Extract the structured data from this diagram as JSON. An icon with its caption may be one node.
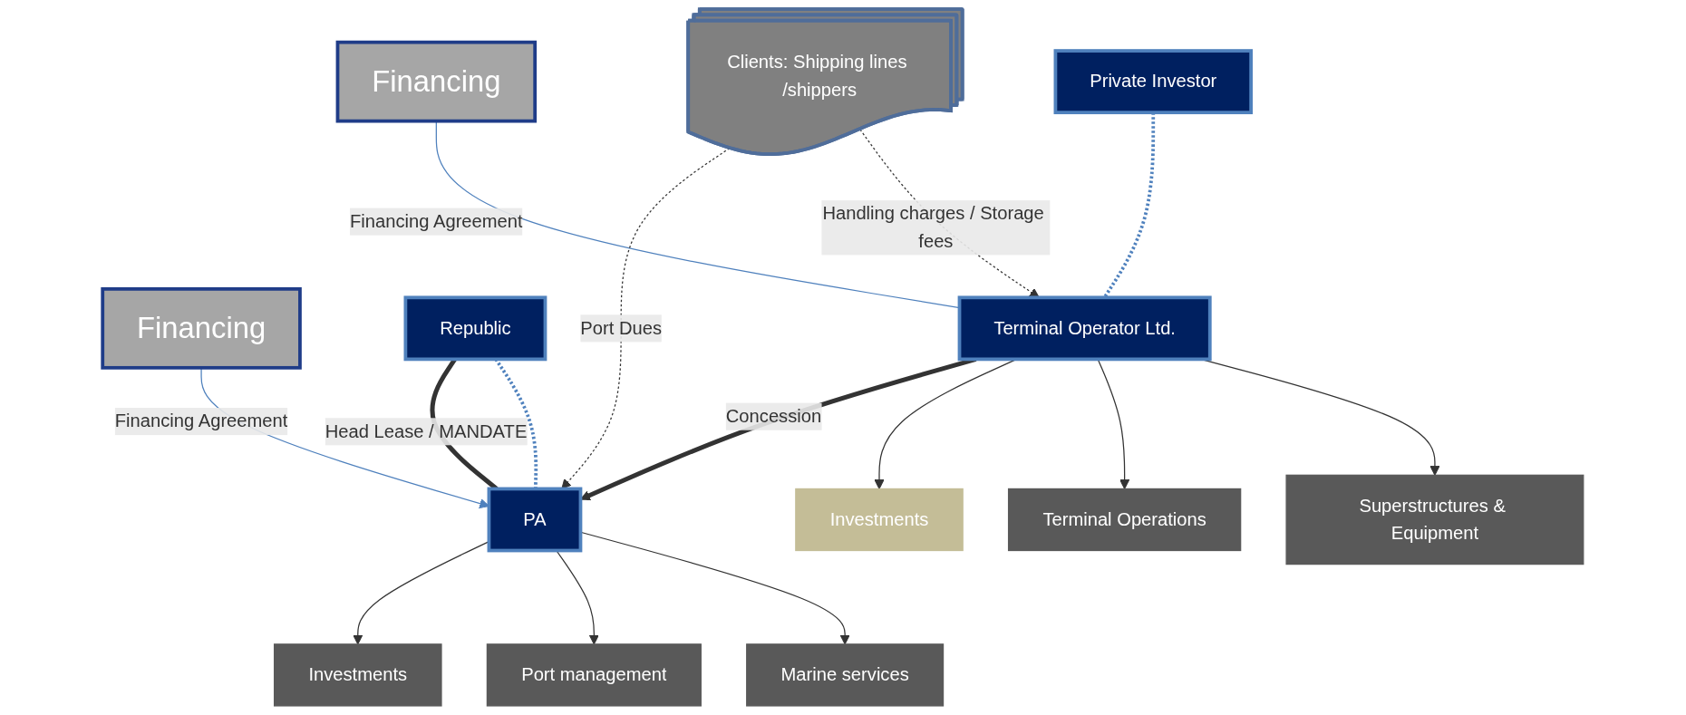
{
  "diagram": {
    "nodes": [
      {
        "text": [
          "Financing"
        ]
      },
      {
        "text": [
          "Financing"
        ]
      },
      {
        "text": [
          "Private Investor"
        ]
      },
      {
        "text": [
          "Republic"
        ]
      },
      {
        "text": [
          "PA"
        ]
      },
      {
        "text": [
          "Terminal Operator Ltd."
        ]
      },
      {
        "text": [
          "Clients: Shipping lines /shippers"
        ]
      },
      {
        "text": [
          "Investments"
        ]
      },
      {
        "text": [
          "Port management"
        ]
      },
      {
        "text": [
          "Marine services"
        ]
      },
      {
        "text": [
          "Investments"
        ]
      },
      {
        "text": [
          "Terminal Operations"
        ]
      },
      {
        "text": [
          "Superstructures & Equipment"
        ]
      }
    ],
    "edges": [
      {
        "from": 0,
        "to": 4,
        "arrow": "to",
        "label": "Financing Agreement",
        "color": "#4f81bd"
      },
      {
        "from": 1,
        "to": 5,
        "arrow": "none",
        "label": "Financing Agreement",
        "color": "#4f81bd"
      },
      {
        "from": 3,
        "to": 4,
        "arrow": "none",
        "label": "Head Lease / MANDATE",
        "style": "thick"
      },
      {
        "from": 3,
        "to": 4,
        "arrow": "none",
        "style": "dashed",
        "color": "#4f81bd"
      },
      {
        "from": 2,
        "to": 5,
        "arrow": "none",
        "style": "dashed",
        "color": "#4f81bd"
      },
      {
        "from": 5,
        "to": 4,
        "arrow": "to",
        "label": "Concession",
        "style": "thick"
      },
      {
        "from": 6,
        "to": 4,
        "arrow": "to",
        "label": "Port Dues",
        "style": "dashed"
      },
      {
        "from": 6,
        "to": 5,
        "arrow": "to",
        "label": "Handling charges / Storage fees",
        "style": "dashed"
      },
      {
        "from": 4,
        "to": 7,
        "arrow": "to"
      },
      {
        "from": 4,
        "to": 8,
        "arrow": "to"
      },
      {
        "from": 4,
        "to": 9,
        "arrow": "to"
      },
      {
        "from": 5,
        "to": 10,
        "arrow": "to"
      },
      {
        "from": 5,
        "to": 11,
        "arrow": "to"
      },
      {
        "from": 5,
        "to": 12,
        "arrow": "to"
      }
    ]
  }
}
